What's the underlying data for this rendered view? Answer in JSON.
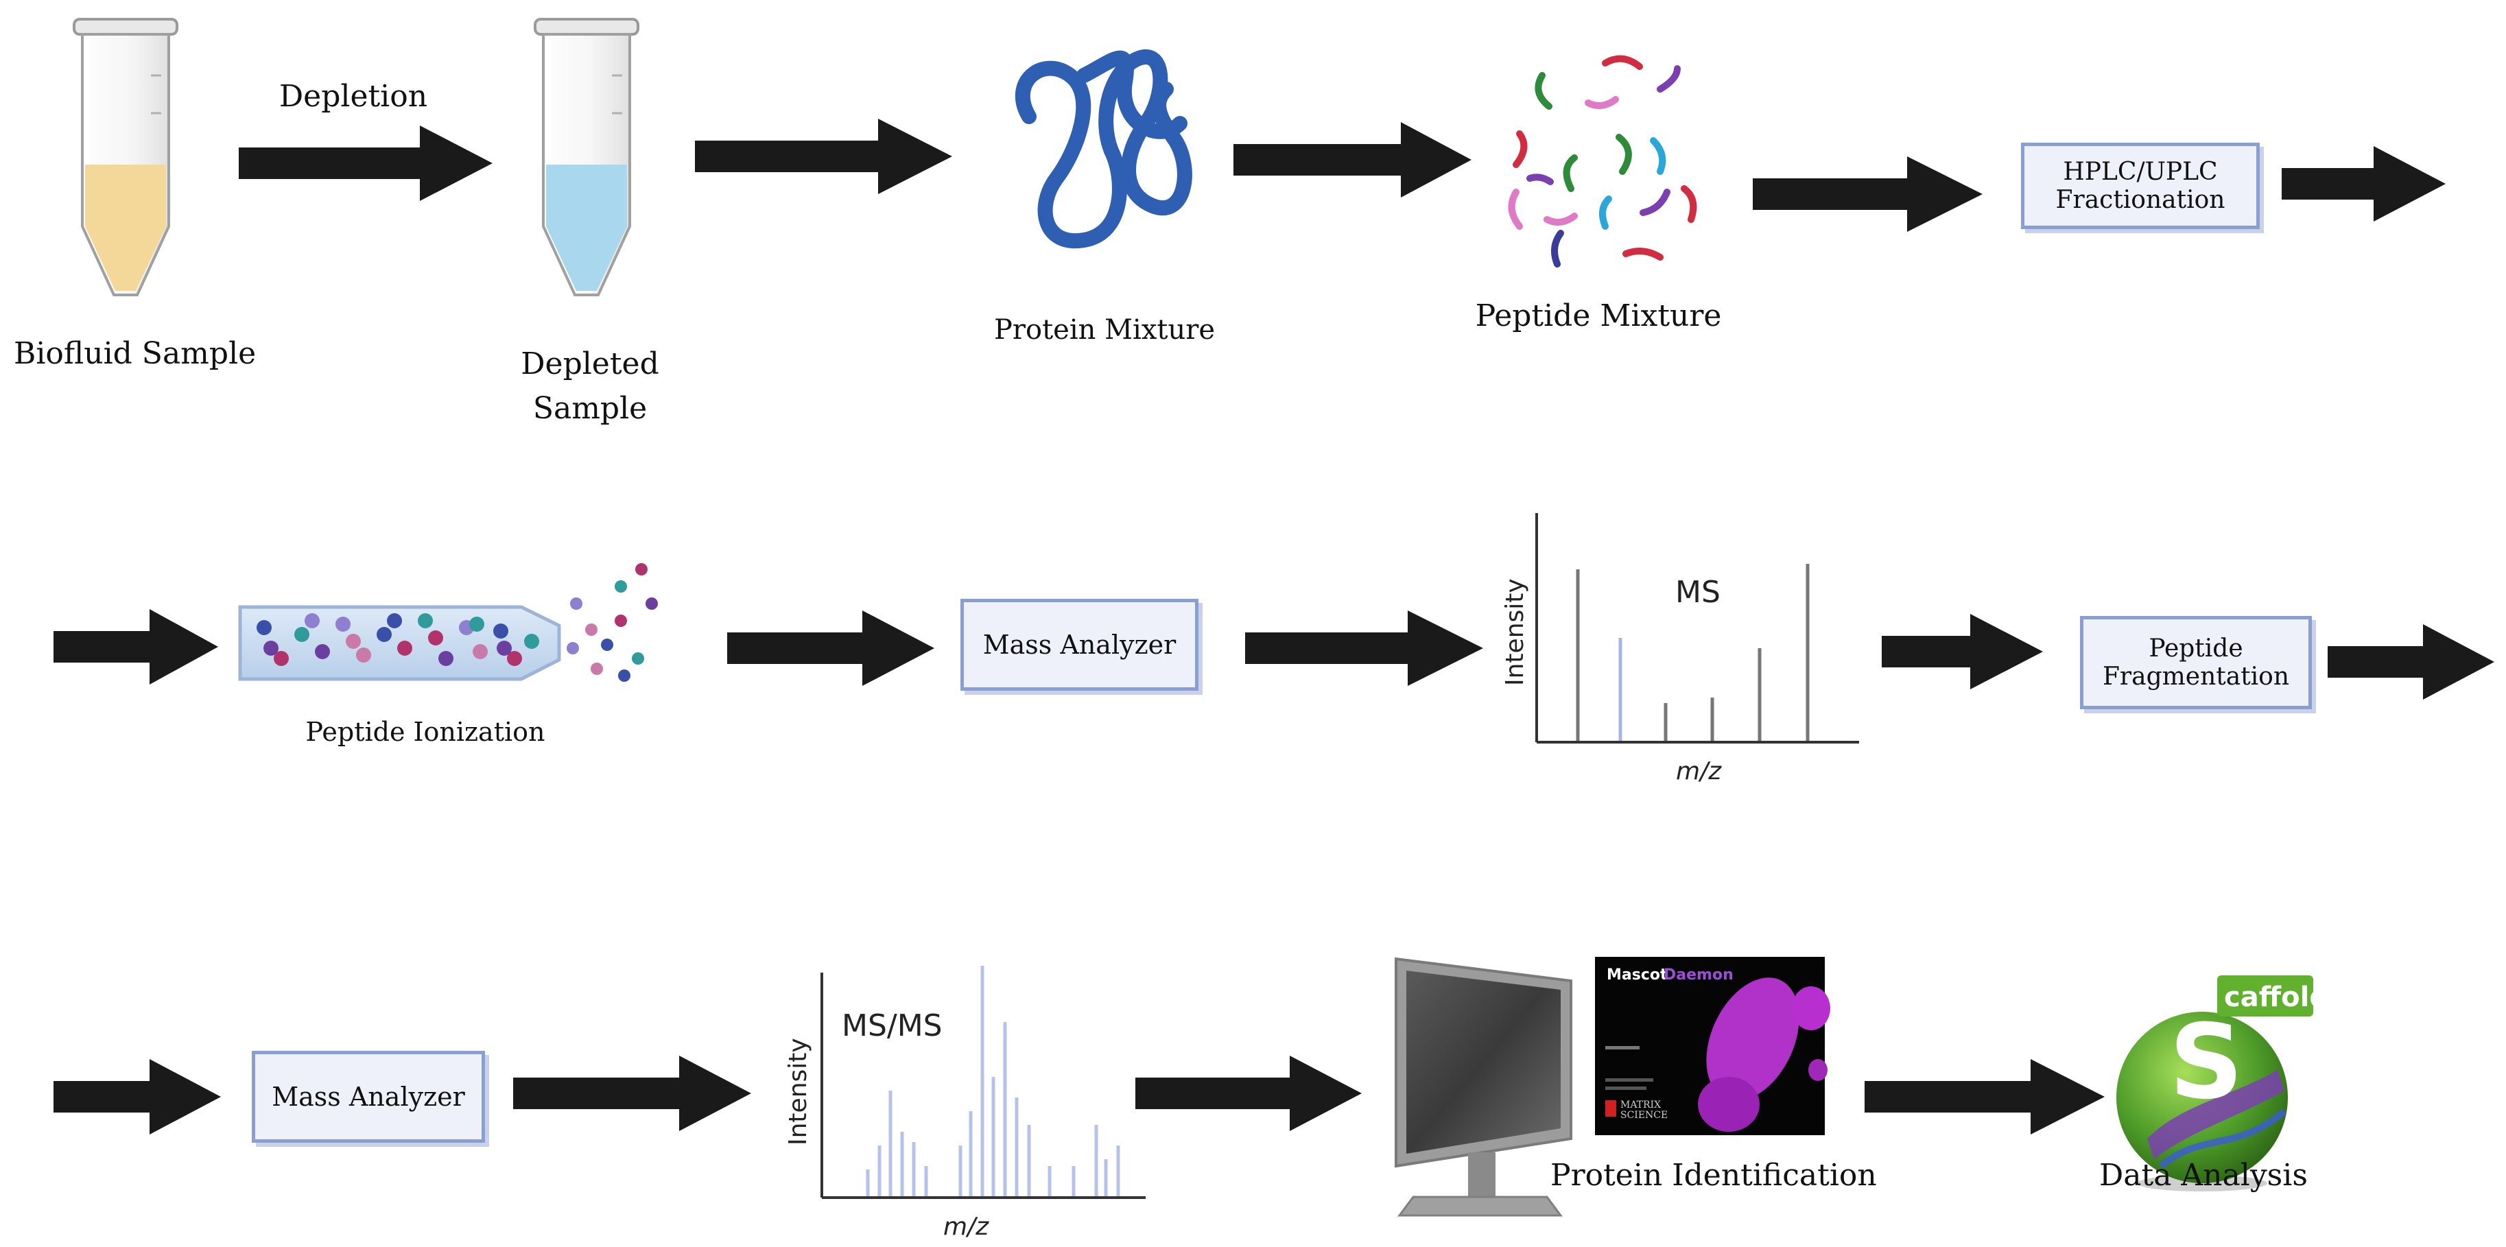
{
  "colors": {
    "arrow": "#1a1a1a",
    "box_fill": "#eef1fa",
    "box_border": "#8a9fd1",
    "protein_blue": "#2f5fb3",
    "sample_yellow": "#f3d89a",
    "sample_blue": "#a9d8ee",
    "peptide_colors": [
      "#2e8b3a",
      "#d12c3f",
      "#7b3fb0",
      "#2aa6d8",
      "#e07ac8",
      "#3b3b9a"
    ]
  },
  "steps": {
    "biofluid": "Biofluid Sample",
    "depletion": "Depletion",
    "depleted_line1": "Depleted",
    "depleted_line2": "Sample",
    "protein_mixture": "Protein Mixture",
    "peptide_mixture": "Peptide Mixture",
    "hplc_line1": "HPLC/UPLC",
    "hplc_line2": "Fractionation",
    "peptide_ionization": "Peptide Ionization",
    "mass_analyzer_1": "Mass Analyzer",
    "peptide_frag_line1": "Peptide",
    "peptide_frag_line2": "Fragmentation",
    "mass_analyzer_2": "Mass Analyzer",
    "protein_identification": "Protein Identification",
    "data_analysis": "Data Analysis"
  },
  "ms_chart": {
    "title": "MS",
    "ylabel": "Intensity",
    "xlabel": "m/z"
  },
  "msms_chart": {
    "title": "MS/MS",
    "ylabel": "Intensity",
    "xlabel": "m/z"
  },
  "mascot": {
    "title_left": "Mascot",
    "title_right": "Daemon",
    "vendor_line1": "MATRIX",
    "vendor_line2": "SCIENCE"
  },
  "scaffold": {
    "text": "caffold",
    "initial": "S"
  }
}
